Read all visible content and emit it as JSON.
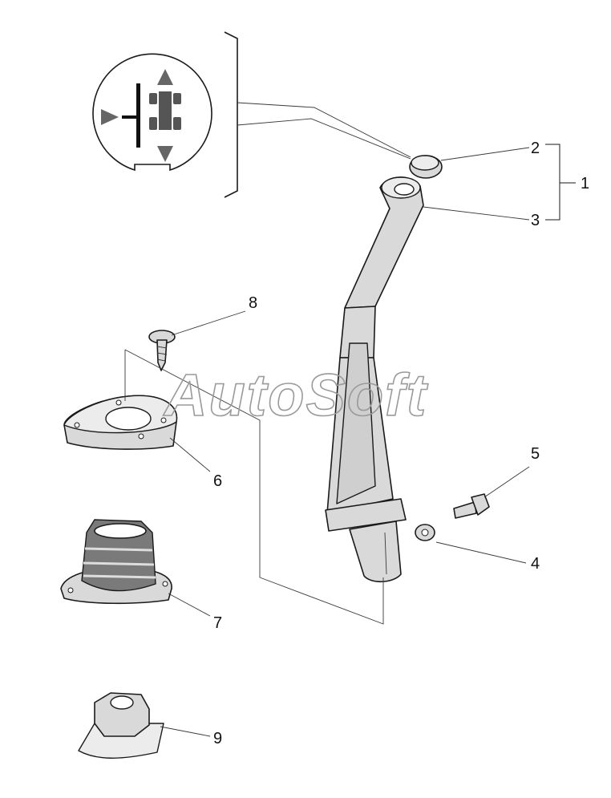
{
  "watermark": {
    "text": "AutoSoft"
  },
  "callouts": [
    {
      "id": "1",
      "label": "1"
    },
    {
      "id": "2",
      "label": "2"
    },
    {
      "id": "3",
      "label": "3"
    },
    {
      "id": "4",
      "label": "4"
    },
    {
      "id": "5",
      "label": "5"
    },
    {
      "id": "6",
      "label": "6"
    },
    {
      "id": "7",
      "label": "7"
    },
    {
      "id": "8",
      "label": "8"
    },
    {
      "id": "9",
      "label": "9"
    }
  ],
  "icons": {
    "symbol": "four-wheel-drive-selector-icon"
  },
  "colors": {
    "line": "#1a1a1a",
    "fill": "#d9d9d9",
    "dark": "#7a7a7a",
    "watermark": "#9a9a9a"
  }
}
